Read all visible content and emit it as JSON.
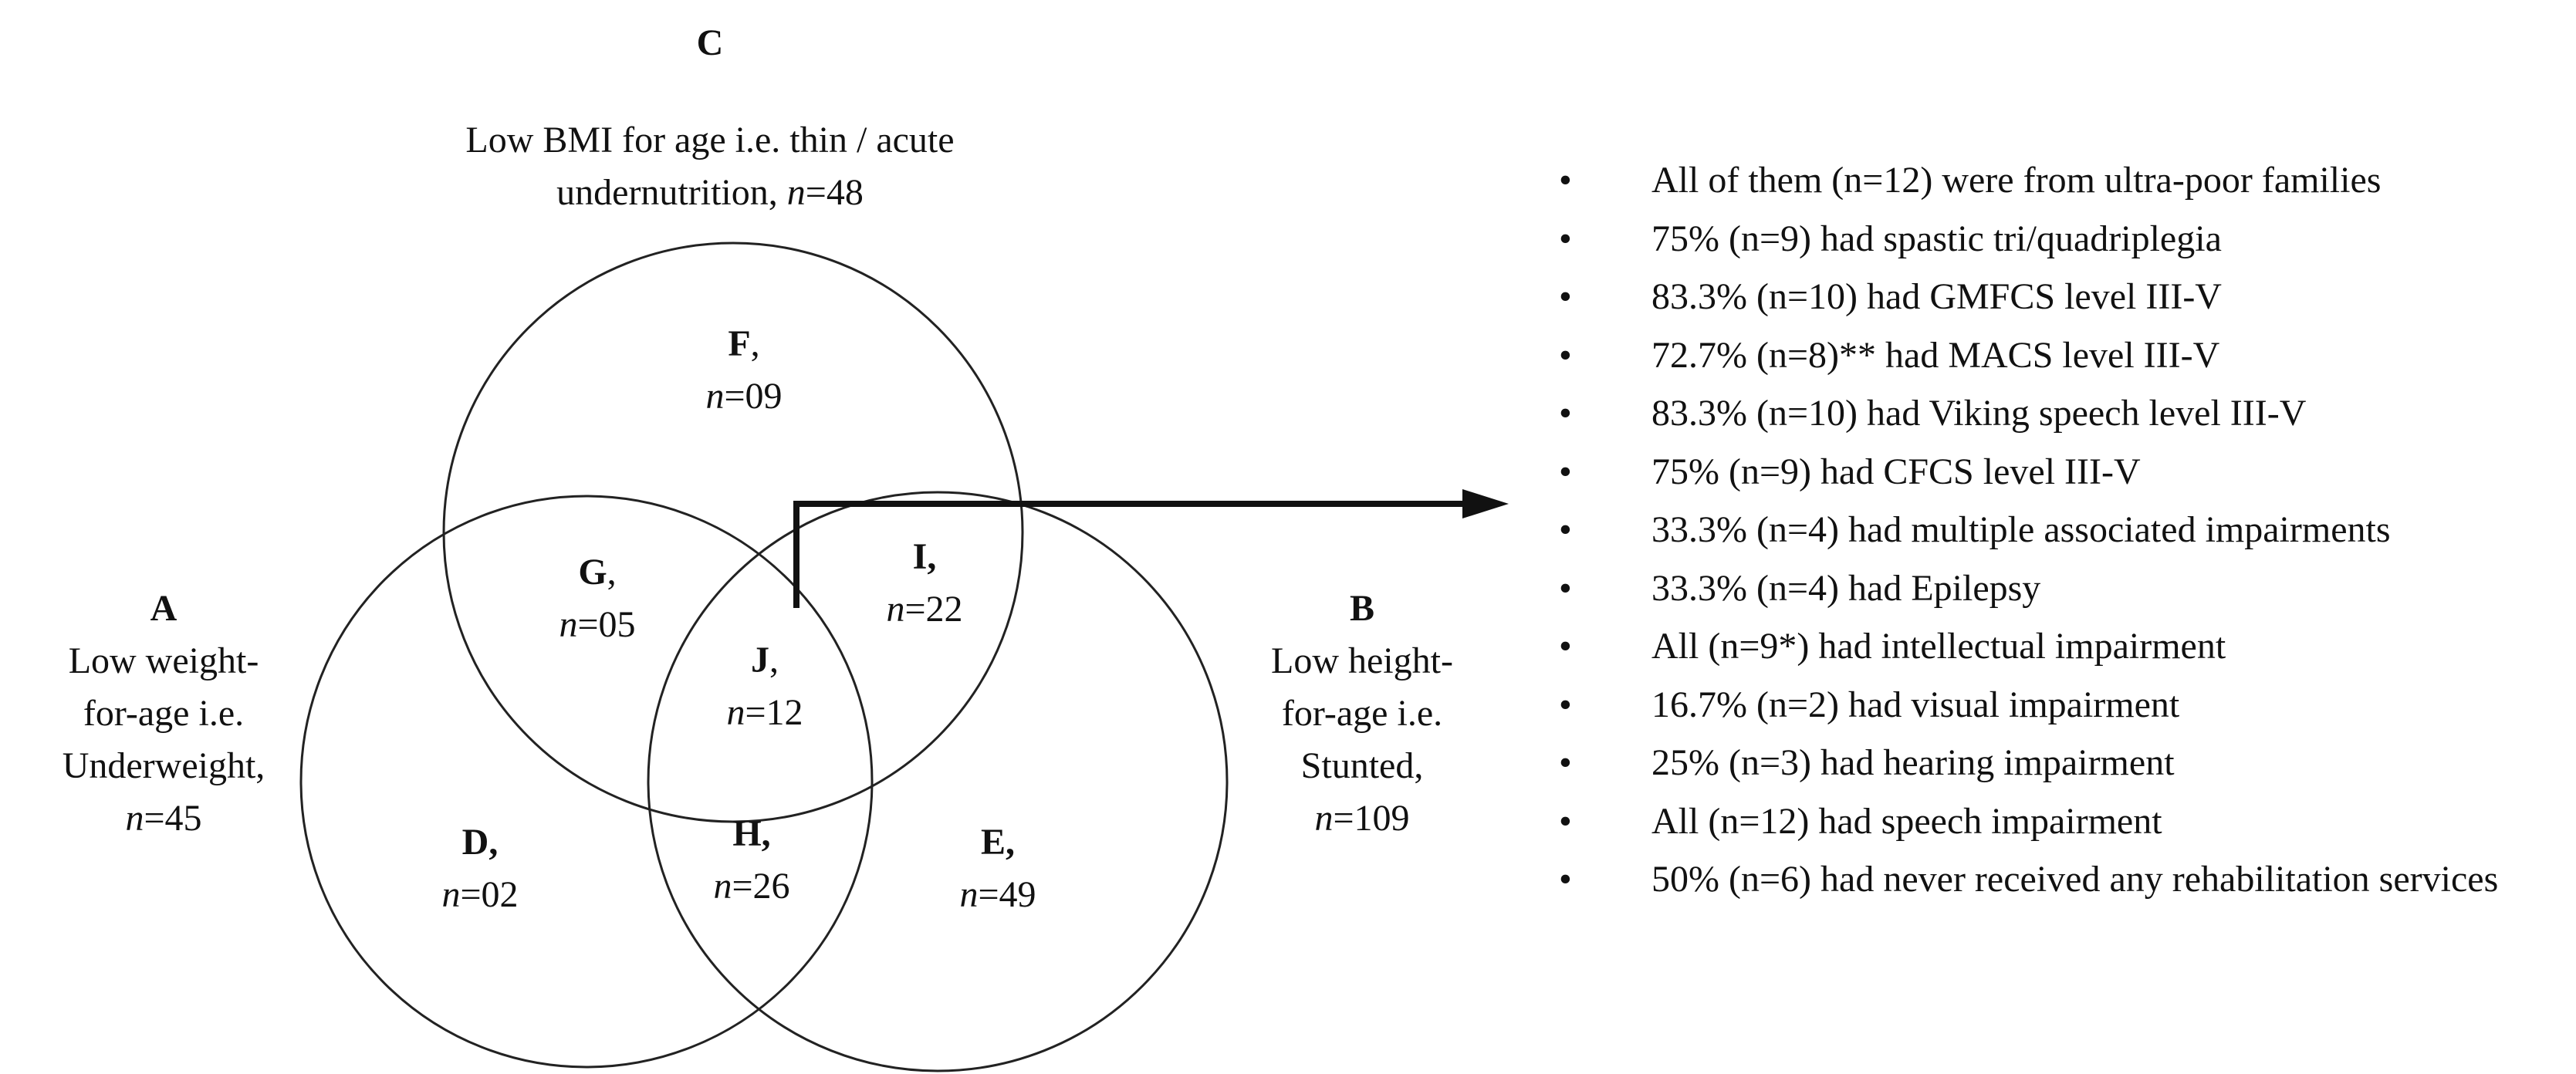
{
  "sets": {
    "C": {
      "letter": "C",
      "desc1": "Low BMI for age i.e. thin / acute",
      "desc2": "undernutrition, ",
      "n_prefix": "n",
      "n_value": "=48"
    },
    "A": {
      "letter": "A",
      "desc1": "Low weight-",
      "desc2": "for-age i.e.",
      "desc3": "Underweight,",
      "n_prefix": "n",
      "n_value": "=45"
    },
    "B": {
      "letter": "B",
      "desc1": "Low height-",
      "desc2": "for-age i.e.",
      "desc3": "Stunted,",
      "n_prefix": "n",
      "n_value": "=109"
    }
  },
  "regions": {
    "F": {
      "letter": "F",
      "suffix": ",",
      "n_prefix": "n",
      "n_value": "=09"
    },
    "G": {
      "letter": "G",
      "suffix": ",",
      "n_prefix": "n",
      "n_value": "=05"
    },
    "I": {
      "letter": "I",
      "suffix": ",",
      "n_prefix": "n",
      "n_value": "=22"
    },
    "J": {
      "letter": "J",
      "suffix": ",",
      "n_prefix": "n",
      "n_value": "=12"
    },
    "D": {
      "letter": "D",
      "suffix": ",",
      "n_prefix": "n",
      "n_value": "=02"
    },
    "H": {
      "letter": "H",
      "suffix": ",",
      "n_prefix": "n",
      "n_value": "=26"
    },
    "E": {
      "letter": "E",
      "suffix": ",",
      "n_prefix": "n",
      "n_value": "=49"
    }
  },
  "bullets": [
    "All of them (n=12) were from ultra-poor families",
    "75% (n=9) had spastic tri/quadriplegia",
    "83.3% (n=10) had GMFCS level III-V",
    "72.7% (n=8)** had MACS level III-V",
    "83.3% (n=10) had Viking speech level III-V",
    "75% (n=9) had CFCS level III-V",
    "33.3% (n=4) had multiple associated impairments",
    "33.3% (n=4) had Epilepsy",
    "All (n=9*) had intellectual impairment",
    "16.7% (n=2) had visual impairment",
    "25% (n=3) had hearing impairment",
    "All (n=12) had speech impairment",
    "50% (n=6) had never received any rehabilitation services"
  ]
}
